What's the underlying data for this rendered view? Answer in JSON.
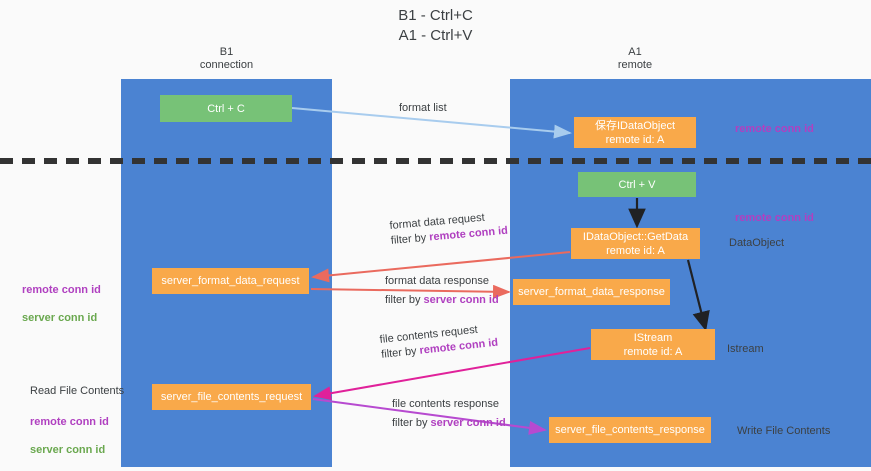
{
  "title": "B1 - Ctrl+C\nA1 - Ctrl+V",
  "columns": {
    "left": "B1\nconnection",
    "right": "A1\nremote"
  },
  "boxes": {
    "ctrl_c": "Ctrl + C",
    "save_idataobject": "保存IDataObject\nremote id: A",
    "ctrl_v": "Ctrl + V",
    "getdata": "IDataObject::GetData\nremote id: A",
    "server_format_data_request": "server_format_data_request",
    "server_format_data_response": "server_format_data_response",
    "istream": "IStream\nremote id: A",
    "server_file_contents_request": "server_file_contents_request",
    "server_file_contents_response": "server_file_contents_response"
  },
  "edge_labels": {
    "format_list": "format list",
    "format_data_request": "format data request",
    "format_data_request_filter_prefix": "filter by ",
    "format_data_request_filter_key": "remote conn id",
    "format_data_response": "format data response",
    "format_data_response_filter_prefix": "filter by ",
    "format_data_response_filter_key": "server conn id",
    "file_contents_request": "file contents request",
    "file_contents_request_filter_prefix": "filter by ",
    "file_contents_request_filter_key": "remote conn id",
    "file_contents_response": "file contents response",
    "file_contents_response_filter_prefix": "filter by ",
    "file_contents_response_filter_key": "server conn id"
  },
  "annotations": {
    "remote_conn_id_top": "remote conn id",
    "remote_conn_id_mid": "remote conn id",
    "dataobject": "DataObject",
    "istream": "Istream",
    "write_file_contents": "Write File Contents",
    "read_file_contents": "Read File Contents",
    "left_remote_conn_id": "remote conn id",
    "left_server_conn_id": "server conn id",
    "left_bottom_remote_conn_id": "remote conn id",
    "left_bottom_server_conn_id": "server conn id"
  },
  "colors": {
    "lane": "#4b83d2",
    "box_orange": "#f9a94a",
    "box_green": "#77c277",
    "accent_purple": "#b040c0",
    "accent_green": "#6aa84f",
    "arrow_light_blue": "#a8ccee",
    "arrow_red": "#ea6a5e",
    "arrow_magenta": "#e0219a",
    "arrow_violet": "#b74ad0",
    "arrow_black": "#202124",
    "background": "#fafafa"
  }
}
